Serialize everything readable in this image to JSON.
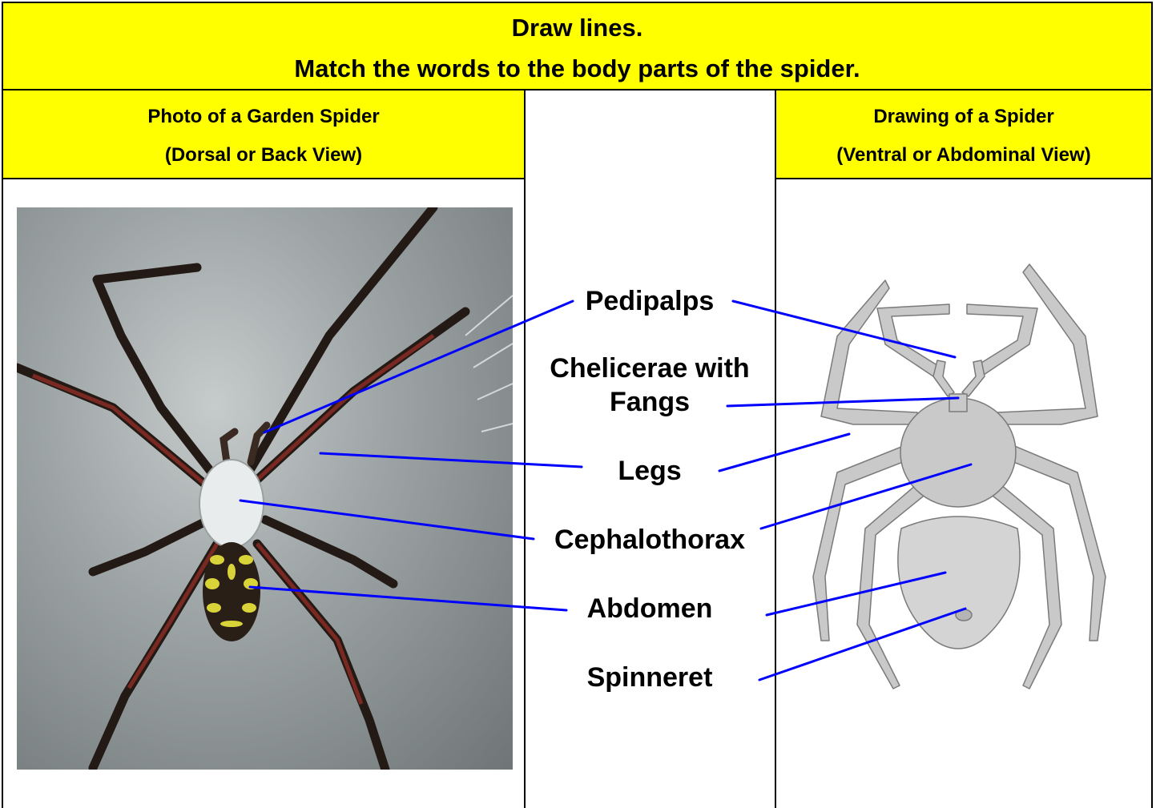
{
  "header": {
    "line1": "Draw lines.",
    "line2": "Match the words to the body parts of the spider."
  },
  "left_column": {
    "title": "Photo of a Garden Spider",
    "subtitle": "(Dorsal or Back View)"
  },
  "right_column": {
    "title": "Drawing of a Spider",
    "subtitle": "(Ventral or Abdominal View)"
  },
  "words": {
    "pedipalps": "Pedipalps",
    "chelicerae_line1": "Chelicerae with",
    "chelicerae_line2": "Fangs",
    "legs": "Legs",
    "cephalothorax": "Cephalothorax",
    "abdomen": "Abdomen",
    "spinneret": "Spinneret"
  },
  "colors": {
    "header_background": "#ffff00",
    "line_color": "#0000ff"
  }
}
